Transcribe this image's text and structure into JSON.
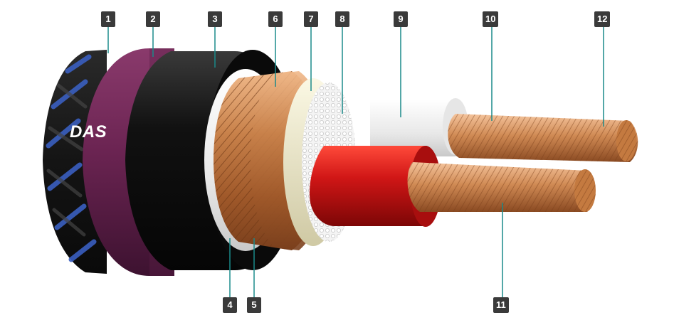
{
  "brand_text": "DAS",
  "callouts": [
    {
      "label": "1"
    },
    {
      "label": "2"
    },
    {
      "label": "3"
    },
    {
      "label": "4"
    },
    {
      "label": "5"
    },
    {
      "label": "6"
    },
    {
      "label": "7"
    },
    {
      "label": "8"
    },
    {
      "label": "9"
    },
    {
      "label": "10"
    },
    {
      "label": "11"
    },
    {
      "label": "12"
    }
  ],
  "colors": {
    "callout_badge": "#3a3a3a",
    "leader_line": "#1a8a8a",
    "outer_braid": "#1c1c1c",
    "braid_blue": "#3a5fc0",
    "jacket_purple": "#6b2452",
    "inner_jacket_black": "#151515",
    "insulation_white": "#f2f2f2",
    "copper": "#c8814a",
    "filler_cream": "#ece8cc",
    "red_insulation": "#c81414"
  }
}
